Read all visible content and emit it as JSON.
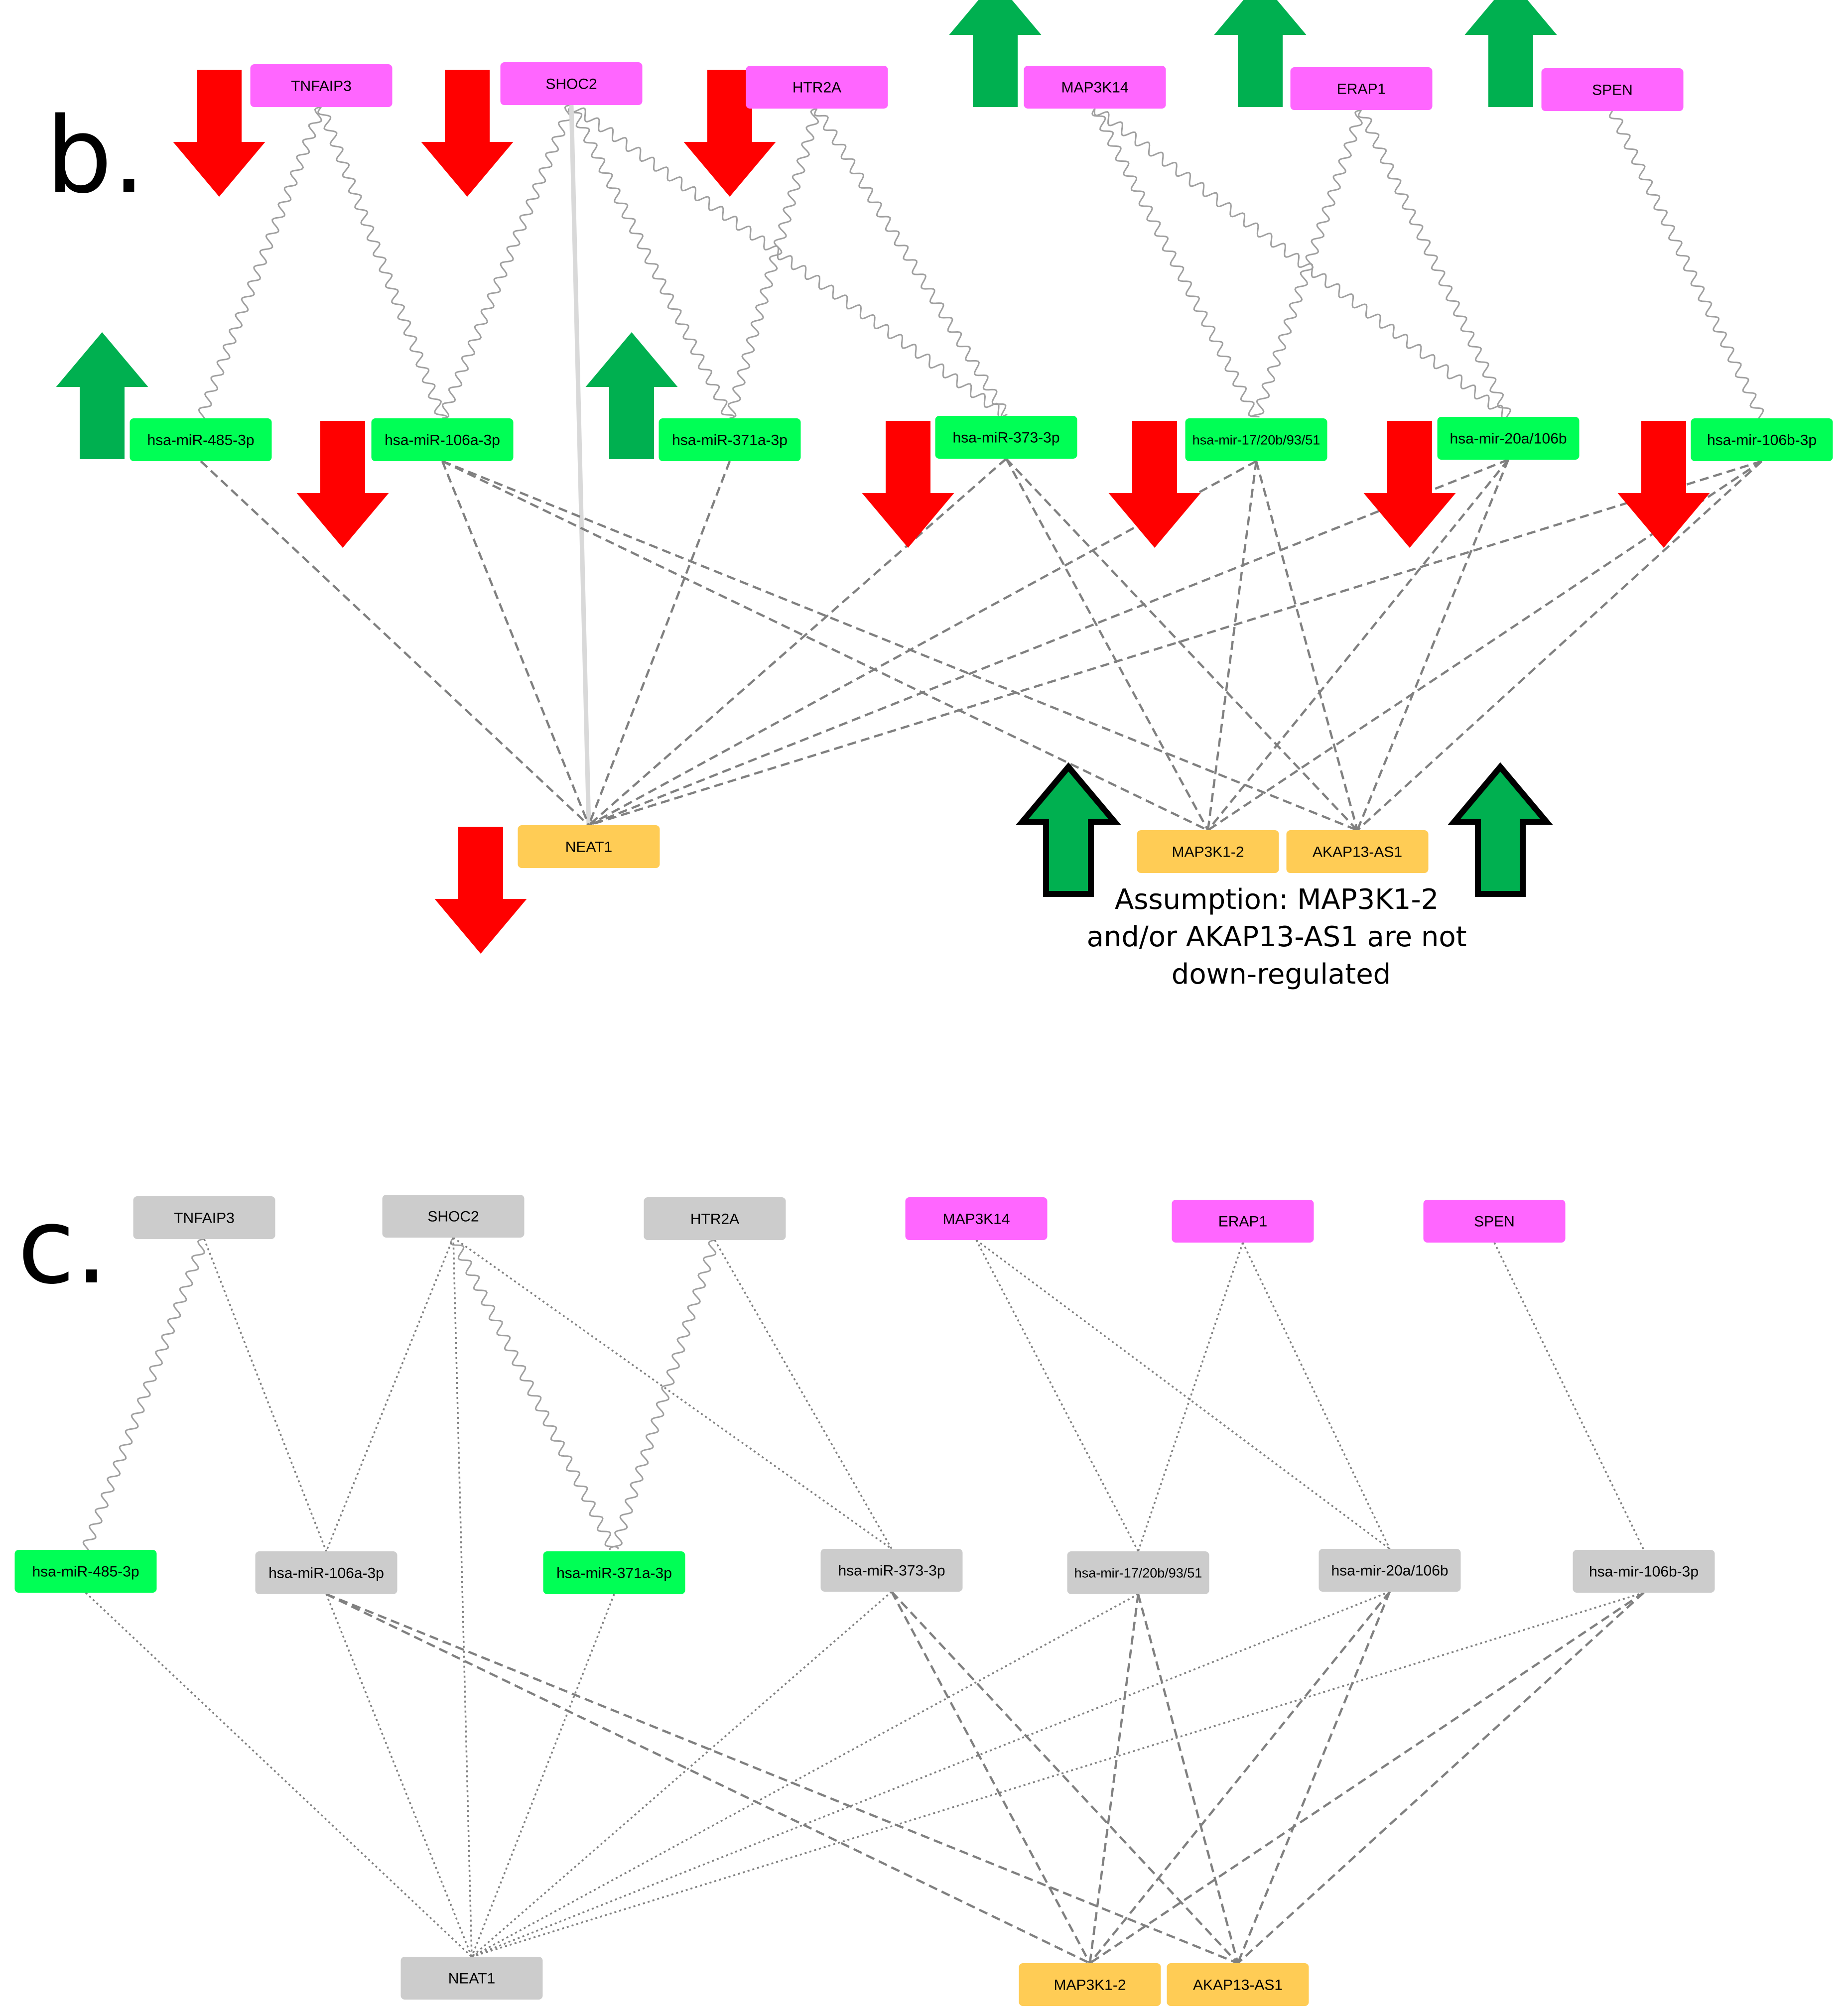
{
  "colors": {
    "mrna": "#FF66FF",
    "mirna": "#00FF55",
    "lncrna": "#FFCC55",
    "inactive": "#CCCCCC",
    "up_arrow": "#00B050",
    "down_arrow": "#FF0000",
    "edge_wavy": "#A0A0A0",
    "edge_dashed": "#808080",
    "edge_solid": "#D9D9D9"
  },
  "panels": [
    {
      "id": "b",
      "label": "b.",
      "mrna": [
        {
          "id": "TNFAIP3",
          "label": "TNFAIP3",
          "state": "active",
          "arrow": "down"
        },
        {
          "id": "SHOC2",
          "label": "SHOC2",
          "state": "active",
          "arrow": "down"
        },
        {
          "id": "HTR2A",
          "label": "HTR2A",
          "state": "active",
          "arrow": "down"
        },
        {
          "id": "MAP3K14",
          "label": "MAP3K14",
          "state": "active",
          "arrow": "up"
        },
        {
          "id": "ERAP1",
          "label": "ERAP1",
          "state": "active",
          "arrow": "up"
        },
        {
          "id": "SPEN",
          "label": "SPEN",
          "state": "active",
          "arrow": "up"
        }
      ],
      "mirna": [
        {
          "id": "m485",
          "label": "hsa-miR-485-3p",
          "state": "active",
          "arrow": "up"
        },
        {
          "id": "m106a",
          "label": "hsa-miR-106a-3p",
          "state": "active",
          "arrow": "down"
        },
        {
          "id": "m371a",
          "label": "hsa-miR-371a-3p",
          "state": "active",
          "arrow": "up"
        },
        {
          "id": "m373",
          "label": "hsa-miR-373-3p",
          "state": "active",
          "arrow": "down"
        },
        {
          "id": "m17",
          "label": "hsa-mir-17/20b/93/51",
          "state": "active",
          "arrow": "down"
        },
        {
          "id": "m20a",
          "label": "hsa-mir-20a/106b",
          "state": "active",
          "arrow": "down"
        },
        {
          "id": "m106b",
          "label": "hsa-mir-106b-3p",
          "state": "active",
          "arrow": "down"
        }
      ],
      "lncrna": [
        {
          "id": "NEAT1",
          "label": "NEAT1",
          "state": "active",
          "arrow": "down"
        },
        {
          "id": "MAP3K1-2",
          "label": "MAP3K1-2",
          "state": "active",
          "arrow": "up-outlined"
        },
        {
          "id": "AKAP13-AS1",
          "label": "AKAP13-AS1",
          "state": "active",
          "arrow": "up-outlined"
        }
      ],
      "note": [
        "Assumption: MAP3K1-2",
        "and/or AKAP13-AS1 are not",
        "down-regulated"
      ],
      "edges_mrna_mirna": [
        [
          "TNFAIP3",
          "m485"
        ],
        [
          "TNFAIP3",
          "m106a"
        ],
        [
          "SHOC2",
          "m106a"
        ],
        [
          "SHOC2",
          "m371a"
        ],
        [
          "SHOC2",
          "m373"
        ],
        [
          "HTR2A",
          "m371a"
        ],
        [
          "HTR2A",
          "m373"
        ],
        [
          "MAP3K14",
          "m20a"
        ],
        [
          "MAP3K14",
          "m17"
        ],
        [
          "ERAP1",
          "m17"
        ],
        [
          "ERAP1",
          "m20a"
        ],
        [
          "SPEN",
          "m106b"
        ]
      ],
      "edges_mrna_lnc": [
        [
          "SHOC2",
          "NEAT1"
        ]
      ],
      "edges_mirna_lnc": [
        [
          "m485",
          "NEAT1"
        ],
        [
          "m106a",
          "NEAT1"
        ],
        [
          "m371a",
          "NEAT1"
        ],
        [
          "m373",
          "NEAT1"
        ],
        [
          "m17",
          "NEAT1"
        ],
        [
          "m20a",
          "NEAT1"
        ],
        [
          "m106b",
          "NEAT1"
        ],
        [
          "m106a",
          "MAP3K1-2"
        ],
        [
          "m106a",
          "AKAP13-AS1"
        ],
        [
          "m373",
          "MAP3K1-2"
        ],
        [
          "m373",
          "AKAP13-AS1"
        ],
        [
          "m17",
          "MAP3K1-2"
        ],
        [
          "m17",
          "AKAP13-AS1"
        ],
        [
          "m20a",
          "MAP3K1-2"
        ],
        [
          "m20a",
          "AKAP13-AS1"
        ],
        [
          "m106b",
          "MAP3K1-2"
        ],
        [
          "m106b",
          "AKAP13-AS1"
        ]
      ]
    },
    {
      "id": "c",
      "label": "c.",
      "mrna": [
        {
          "id": "TNFAIP3",
          "label": "TNFAIP3",
          "state": "inactive"
        },
        {
          "id": "SHOC2",
          "label": "SHOC2",
          "state": "inactive"
        },
        {
          "id": "HTR2A",
          "label": "HTR2A",
          "state": "inactive"
        },
        {
          "id": "MAP3K14",
          "label": "MAP3K14",
          "state": "active"
        },
        {
          "id": "ERAP1",
          "label": "ERAP1",
          "state": "active"
        },
        {
          "id": "SPEN",
          "label": "SPEN",
          "state": "active"
        }
      ],
      "mirna": [
        {
          "id": "m485",
          "label": "hsa-miR-485-3p",
          "state": "active"
        },
        {
          "id": "m106a",
          "label": "hsa-miR-106a-3p",
          "state": "inactive"
        },
        {
          "id": "m371a",
          "label": "hsa-miR-371a-3p",
          "state": "active"
        },
        {
          "id": "m373",
          "label": "hsa-miR-373-3p",
          "state": "inactive"
        },
        {
          "id": "m17",
          "label": "hsa-mir-17/20b/93/51",
          "state": "inactive"
        },
        {
          "id": "m20a",
          "label": "hsa-mir-20a/106b",
          "state": "inactive"
        },
        {
          "id": "m106b",
          "label": "hsa-mir-106b-3p",
          "state": "inactive"
        }
      ],
      "lncrna": [
        {
          "id": "NEAT1",
          "label": "NEAT1",
          "state": "inactive"
        },
        {
          "id": "MAP3K1-2",
          "label": "MAP3K1-2",
          "state": "active"
        },
        {
          "id": "AKAP13-AS1",
          "label": "AKAP13-AS1",
          "state": "active"
        }
      ],
      "edges_mrna_mirna_wavy": [
        [
          "TNFAIP3",
          "m485"
        ],
        [
          "SHOC2",
          "m371a"
        ],
        [
          "HTR2A",
          "m371a"
        ]
      ],
      "edges_mrna_mirna_dotted": [
        [
          "TNFAIP3",
          "m106a"
        ],
        [
          "SHOC2",
          "m106a"
        ],
        [
          "SHOC2",
          "m373"
        ],
        [
          "HTR2A",
          "m373"
        ],
        [
          "MAP3K14",
          "m17"
        ],
        [
          "MAP3K14",
          "m20a"
        ],
        [
          "ERAP1",
          "m17"
        ],
        [
          "ERAP1",
          "m20a"
        ],
        [
          "SPEN",
          "m106b"
        ]
      ],
      "edges_mrna_lnc_dotted": [
        [
          "SHOC2",
          "NEAT1"
        ]
      ],
      "edges_mirna_neat1_dotted": [
        [
          "m485",
          "NEAT1"
        ],
        [
          "m106a",
          "NEAT1"
        ],
        [
          "m371a",
          "NEAT1"
        ],
        [
          "m373",
          "NEAT1"
        ],
        [
          "m17",
          "NEAT1"
        ],
        [
          "m20a",
          "NEAT1"
        ],
        [
          "m106b",
          "NEAT1"
        ]
      ],
      "edges_mirna_lnc_dashed": [
        [
          "m106a",
          "MAP3K1-2"
        ],
        [
          "m106a",
          "AKAP13-AS1"
        ],
        [
          "m373",
          "MAP3K1-2"
        ],
        [
          "m373",
          "AKAP13-AS1"
        ],
        [
          "m17",
          "MAP3K1-2"
        ],
        [
          "m17",
          "AKAP13-AS1"
        ],
        [
          "m20a",
          "MAP3K1-2"
        ],
        [
          "m20a",
          "AKAP13-AS1"
        ],
        [
          "m106b",
          "MAP3K1-2"
        ],
        [
          "m106b",
          "AKAP13-AS1"
        ]
      ]
    }
  ]
}
